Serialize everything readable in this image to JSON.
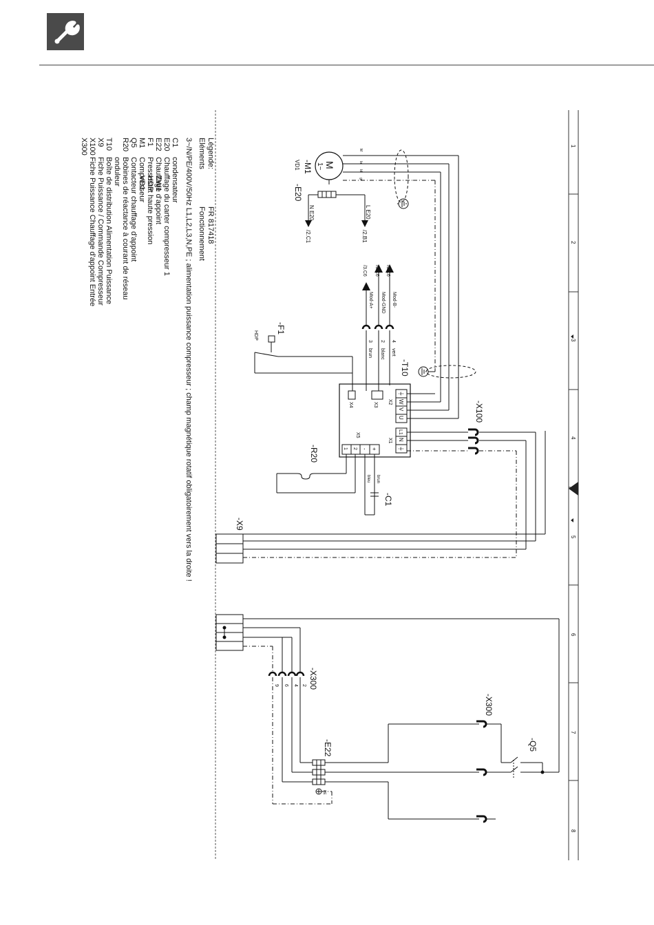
{
  "header": {
    "icon": "wrench-icon"
  },
  "legend": {
    "title_fr": "Légende:",
    "title_fr_value": "FR 817418",
    "subtitle": "Eléments",
    "subtitle_value": "Fonctionnement",
    "supply_note": "3~/N/PE/400V/50Hz  L1,L2,L3,N,PE ; alimentation puissance compresseur ; champ magnétique rotatif obligatoirement vers la droite !",
    "items": [
      {
        "code": "C1",
        "extra": "",
        "desc": "condensateur"
      },
      {
        "code": "E20",
        "extra": "",
        "desc": "Chauffage du carter compresseur 1"
      },
      {
        "code": "E22",
        "extra": "ZW1",
        "desc": "Chauffage d'appoint"
      },
      {
        "code": "F1",
        "extra": "HDP",
        "desc": "Pressostat haute pression"
      },
      {
        "code": "M1",
        "extra": "VD1",
        "desc": "Compresseur"
      },
      {
        "code": "Q5",
        "extra": "",
        "desc": "Contacteur chauffage d'appoint"
      },
      {
        "code": "R20",
        "extra": "",
        "desc": "Bobines de réactance à courant de réseau"
      },
      {
        "code": "",
        "extra": "",
        "desc": "onduleur"
      },
      {
        "code": "T10",
        "extra": "",
        "desc": "Boîte de distribution Alimentation Puissance"
      },
      {
        "code": "X9",
        "extra": "",
        "desc": "Fiche Puissance / Commande Compresseur"
      },
      {
        "code": "X100",
        "extra": "",
        "desc": "Fiche Puissance Chauffage d'appoint Entrée"
      },
      {
        "code": "X300",
        "extra": "",
        "desc": ""
      }
    ]
  },
  "grid": {
    "columns": [
      "1",
      "2",
      "3",
      "4",
      "5",
      "6",
      "7",
      "8"
    ]
  },
  "labels": {
    "m1": "-M1",
    "m1_sub": "VD1",
    "motor_m": "M",
    "motor_phase": "1~",
    "e20": "-E20",
    "e20_l": "L E20",
    "e20_n": "N E20",
    "e20_ref_l": "/2.B1",
    "e20_ref_n": "/2.C1",
    "mod_b": "Mod-B-",
    "mod_gnd": "Mod-GND",
    "mod_a": "Mod-A+",
    "ref_36a": "/3.C6",
    "ref_36b": "/3.C6",
    "ref_36c": "/3.C6",
    "w4": "4",
    "w2": "2",
    "w3": "3",
    "c_vert": "vert",
    "c_blanc": "blanc",
    "c_brun": "brun",
    "f1": "-F1",
    "f1_sub": "HDP",
    "t10": "-T10",
    "x100": "-X100",
    "x2": "X2",
    "x1": "X1",
    "x3": "X3",
    "x4": "X4",
    "x5": "X5",
    "term_w": "W",
    "term_v": "V",
    "term_u": "U",
    "term_l1": "L1",
    "term_n": "N",
    "t_plus": "+",
    "t_minus": "-",
    "t_2": "2",
    "t_1": "1",
    "r20": "-R20",
    "c1": "-C1",
    "c_brun2": "brun",
    "c_bleu": "bleu",
    "x9": "-X9",
    "x300a": "-X300",
    "x300b": "-X300",
    "p9": "9",
    "p6": "6",
    "p4": "4",
    "p2": "2",
    "e22": "-E22",
    "q5": "-Q5",
    "pe": "PE"
  }
}
